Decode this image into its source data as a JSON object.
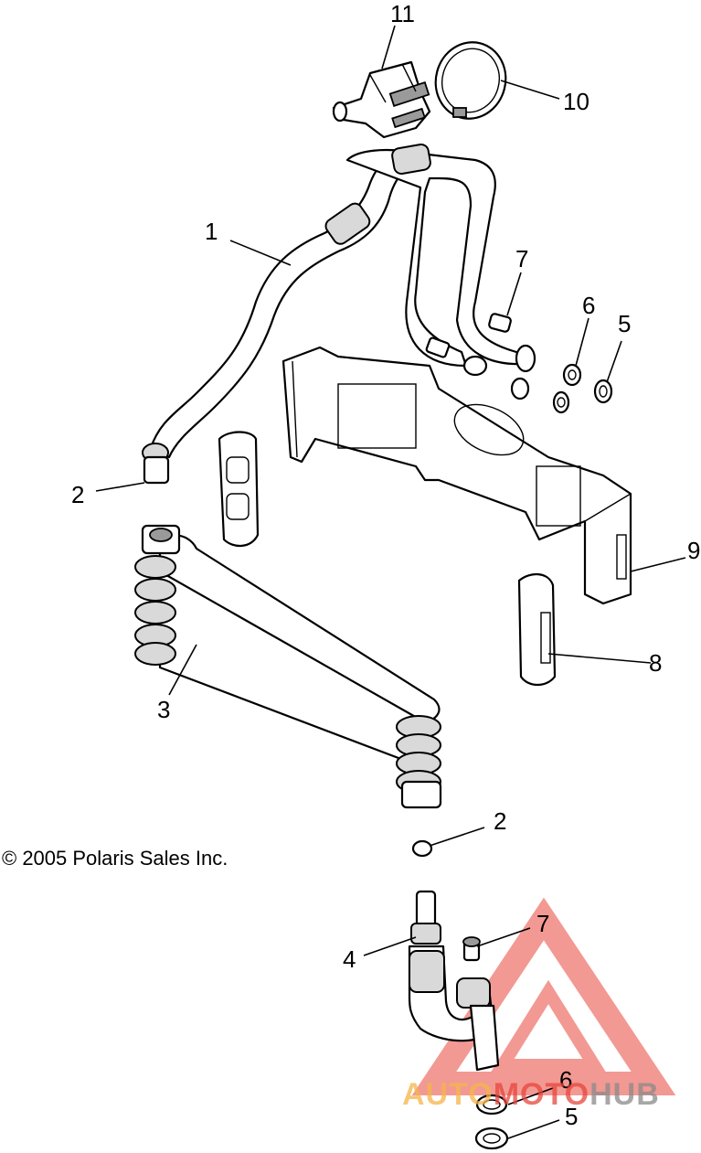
{
  "copyright": "© 2005 Polaris Sales Inc.",
  "callouts": {
    "c1": "1",
    "c2a": "2",
    "c2b": "2",
    "c3": "3",
    "c4": "4",
    "c5a": "5",
    "c5b": "5",
    "c6a": "6",
    "c6b": "6",
    "c7a": "7",
    "c7b": "7",
    "c8": "8",
    "c9": "9",
    "c10": "10",
    "c11": "11"
  },
  "watermark": {
    "part1": "AUTO",
    "part2": "MOTO",
    "part3": "HUB",
    "color_primary": "#e8463c",
    "color_secondary": "#f5b54a",
    "color_gray": "#8a8a8a"
  }
}
